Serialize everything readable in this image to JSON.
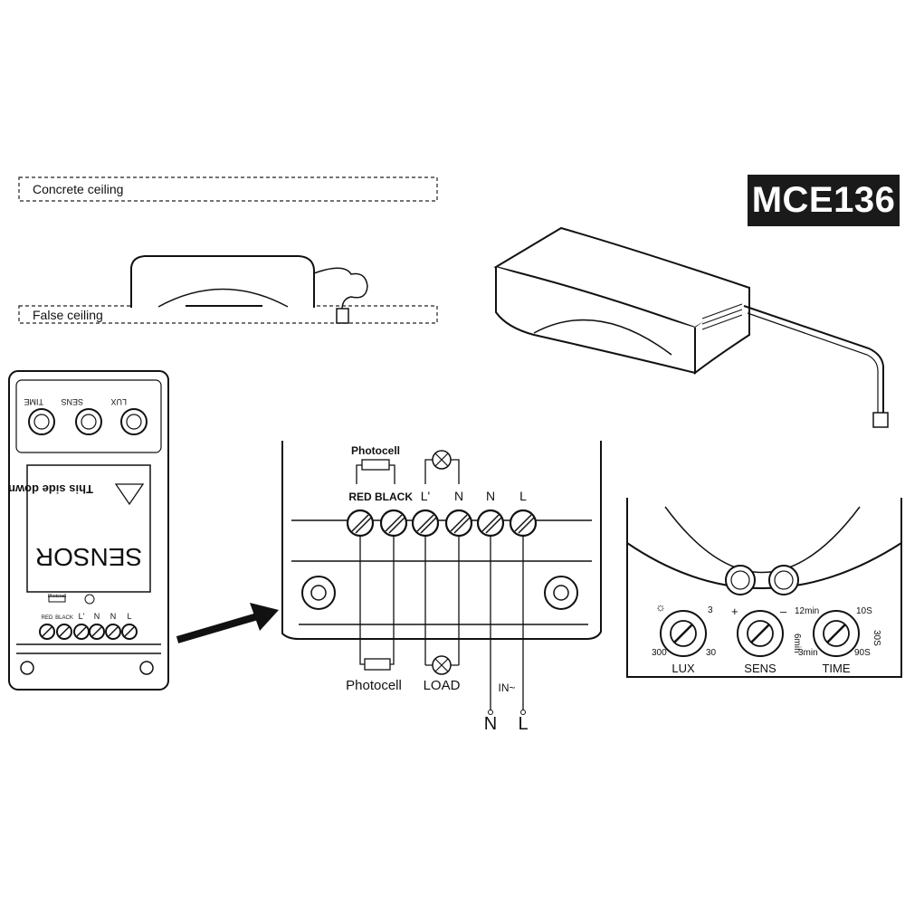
{
  "model": "MCE136",
  "ceiling": {
    "concrete": "Concrete ceiling",
    "false": "False ceiling"
  },
  "module": {
    "warning": "This side down",
    "brand": "SENSOR",
    "knobs": {
      "time": "TIME",
      "sens": "SENS",
      "lux": "LUX"
    },
    "terminals": [
      "RED",
      "BLACK",
      "L'",
      "N",
      "N",
      "L"
    ],
    "photocell": "Photocell"
  },
  "wiring": {
    "photocell_top": "Photocell",
    "terminals": [
      "RED",
      "BLACK",
      "L'",
      "N",
      "N",
      "L"
    ],
    "photocell_bottom": "Photocell",
    "load": "LOAD",
    "input": "IN~",
    "n": "N",
    "l": "L"
  },
  "controls": {
    "lux": {
      "label": "LUX",
      "min": "300",
      "max": "3",
      "mid": "30"
    },
    "sens": {
      "label": "SENS",
      "plus": "+",
      "minus": "–"
    },
    "time": {
      "label": "TIME",
      "t12": "12min",
      "t6": "6min",
      "t3": "3min",
      "s10": "10S",
      "s30": "30S",
      "s90": "90S"
    }
  },
  "colors": {
    "ink": "#111111",
    "badge": "#1a1a1a"
  }
}
